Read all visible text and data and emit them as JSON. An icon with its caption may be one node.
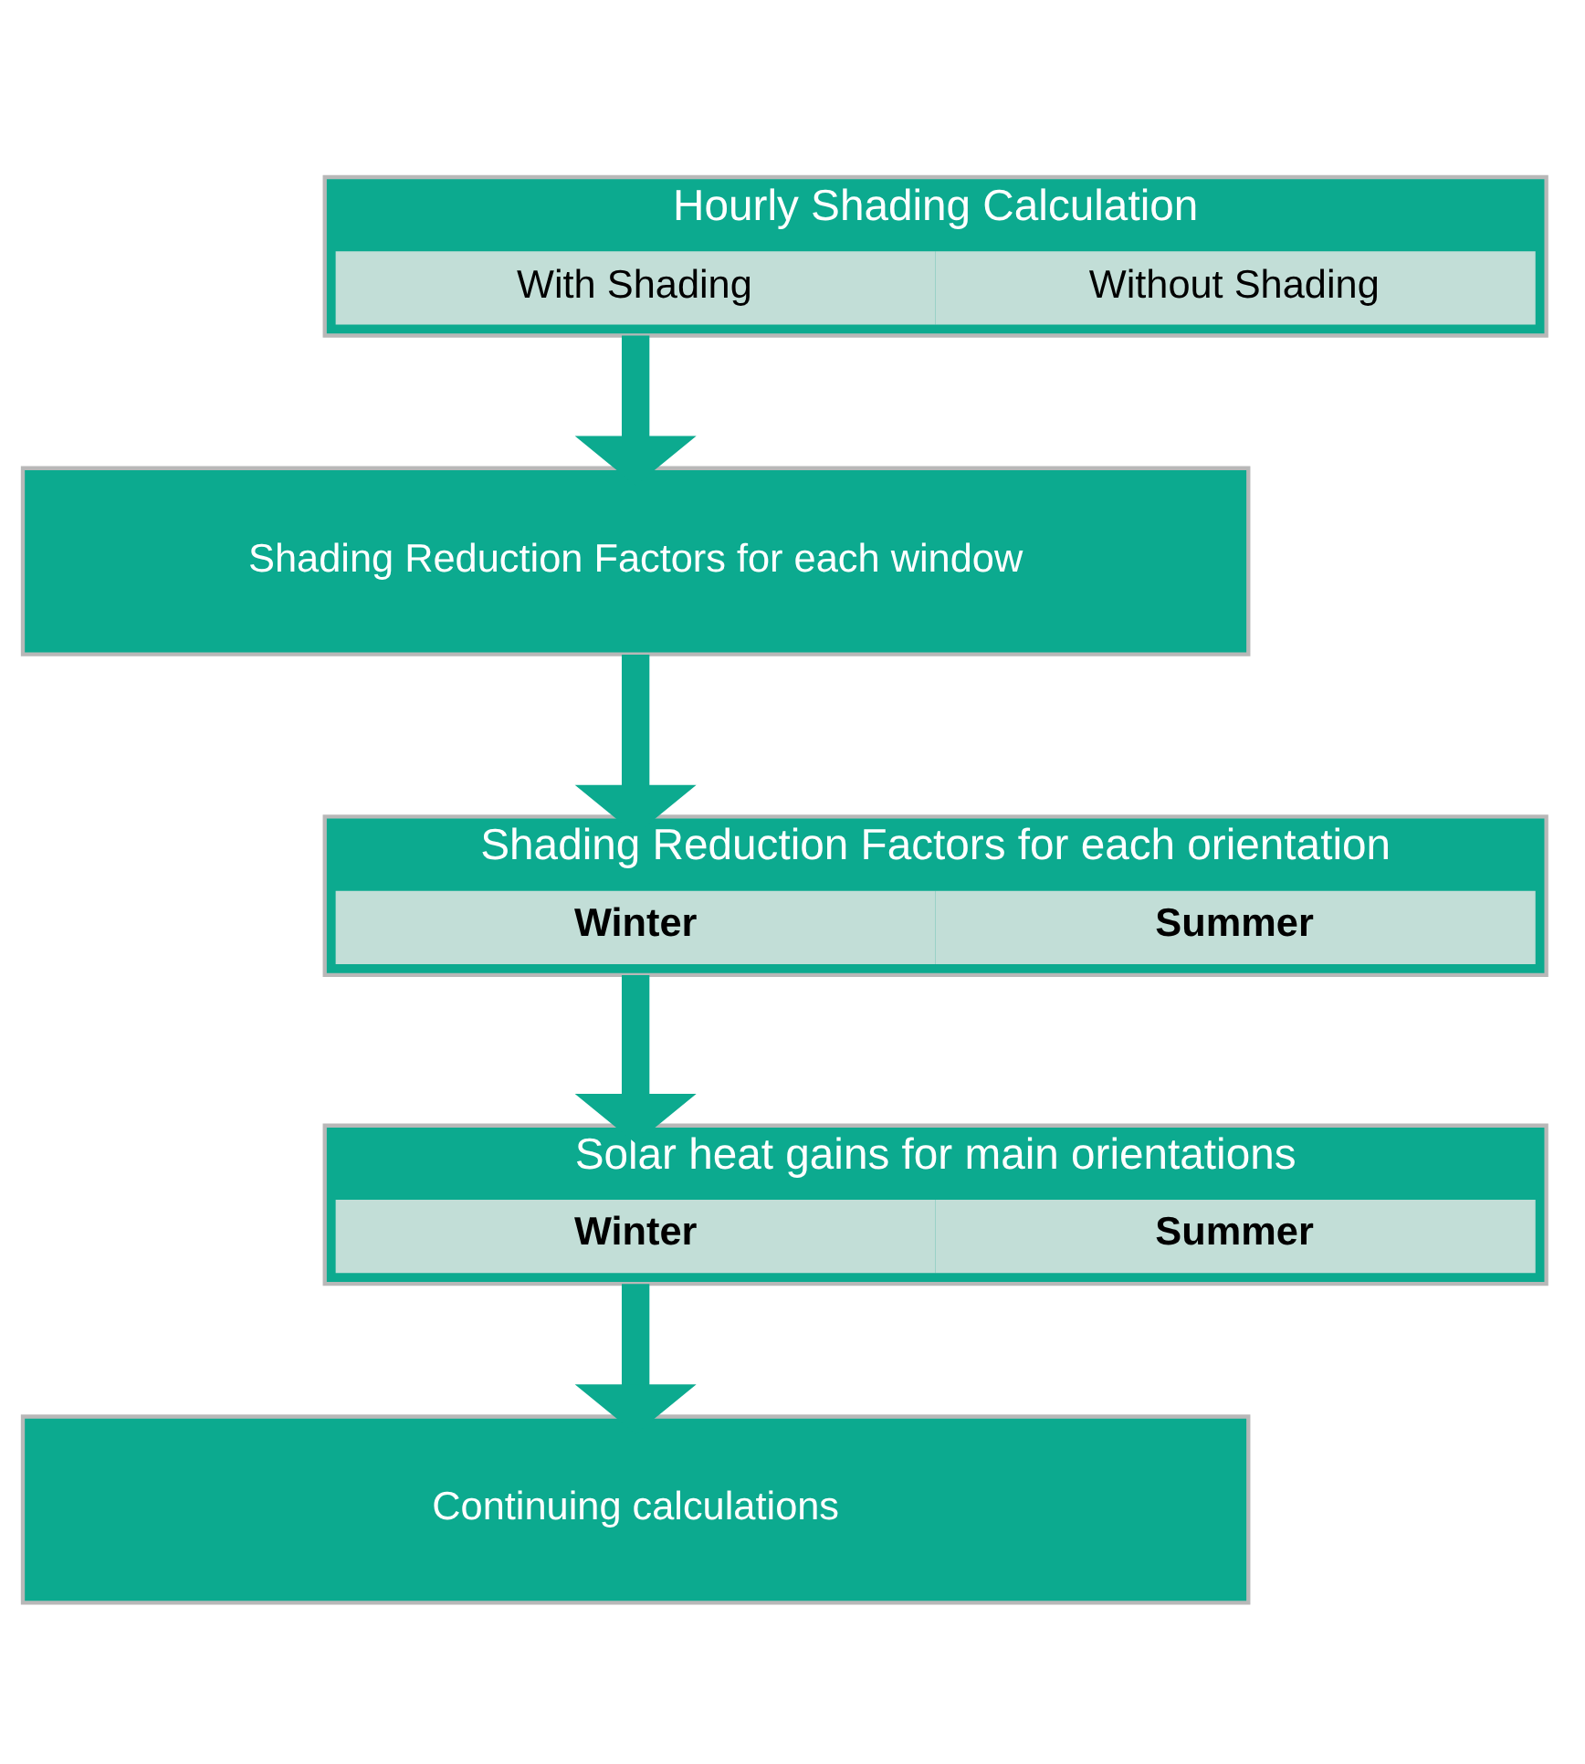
{
  "diagram": {
    "nodes": [
      {
        "text": [
          "Hourly Shading Calculation"
        ]
      },
      {
        "text": [
          "With Shading"
        ],
        "in": 0
      },
      {
        "text": [
          "Without Shading"
        ],
        "in": 0
      },
      {
        "text": [
          "Shading Reduction Factors for each window"
        ]
      },
      {
        "text": [
          "Shading Reduction Factors for each orientation"
        ]
      },
      {
        "text": [
          "Winter"
        ],
        "in": 4
      },
      {
        "text": [
          "Summer"
        ],
        "in": 4
      },
      {
        "text": [
          "Solar heat gains for main orientations"
        ]
      },
      {
        "text": [
          "Winter"
        ],
        "in": 7
      },
      {
        "text": [
          "Summer"
        ],
        "in": 7
      },
      {
        "text": [
          "Continuing calculations"
        ]
      }
    ],
    "edges": [
      {
        "from": 0,
        "to": 3,
        "arrow": "to"
      },
      {
        "from": 3,
        "to": 4,
        "arrow": "to"
      },
      {
        "from": 4,
        "to": 7,
        "arrow": "to"
      },
      {
        "from": 7,
        "to": 10,
        "arrow": "to"
      }
    ]
  }
}
